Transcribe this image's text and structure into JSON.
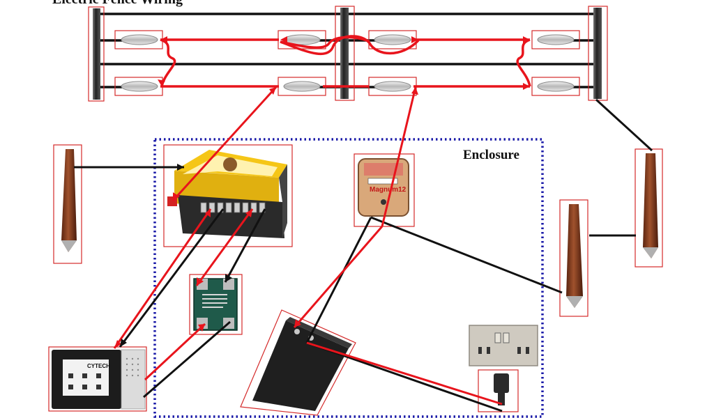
{
  "title": "Electric Fence Wiring",
  "enclosure_label": "Enclosure",
  "energizer_brand": "Magnum12",
  "controller_brand": "CYTECH",
  "colors": {
    "live_wire": "#e8141c",
    "ground_wire": "#111111",
    "enclosure_border": "#1a1aa8",
    "highlight_box": "#d42a2a"
  }
}
